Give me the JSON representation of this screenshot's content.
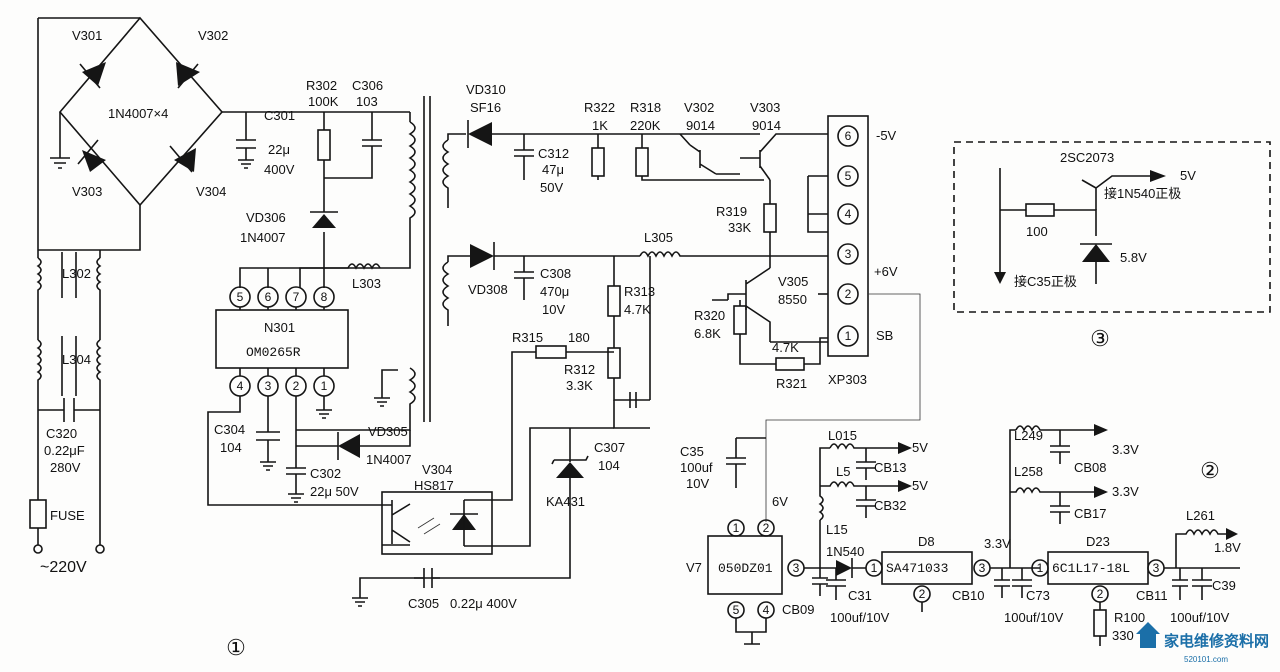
{
  "bridge": {
    "v301": "V301",
    "v302": "V302",
    "v303": "V303",
    "v304": "V304",
    "diodes": "1N4007×4"
  },
  "input": {
    "l302": "L302",
    "l304": "L304",
    "c320": "C320",
    "c320_val": "0.22μF",
    "c320_volt": "280V",
    "fuse": "FUSE",
    "mains": "~220V"
  },
  "primary": {
    "r302": "R302",
    "r302_val": "100K",
    "c306": "C306",
    "c306_val": "103",
    "c301": "C301",
    "c301_cap": "22μ",
    "c301_volt": "400V",
    "vd306": "VD306",
    "vd306_type": "1N4007",
    "l303": "L303",
    "n301": "N301",
    "n301_type": "OM0265R",
    "pins_top": [
      "5",
      "6",
      "7",
      "8"
    ],
    "pins_bottom": [
      "4",
      "3",
      "2",
      "1"
    ],
    "c304": "C304",
    "c304_val": "104",
    "c302": "C302",
    "c302_val": "22μ 50V",
    "vd305": "VD305",
    "vd305_type": "1N4007"
  },
  "feedback": {
    "v304": "V304",
    "v304_type": "HS817",
    "r315": "R315",
    "r315_val": "180",
    "r313": "R313",
    "r313_val": "4.7K",
    "r312": "R312",
    "r312_val": "3.3K",
    "c307": "C307",
    "c307_val": "104",
    "ka431": "KA431",
    "c305": "C305",
    "c305_val": "0.22μ 400V"
  },
  "secondary": {
    "vd310": "VD310",
    "vd310_type": "SF16",
    "c312": "C312",
    "c312_cap": "47μ",
    "c312_volt": "50V",
    "r322": "R322",
    "r322_val": "1K",
    "r318": "R318",
    "r318_val": "220K",
    "v302": "V302",
    "v302_type": "9014",
    "v303": "V303",
    "v303_type": "9014",
    "r319": "R319",
    "r319_val": "33K",
    "vd308": "VD308",
    "c308": "C308",
    "c308_cap": "470μ",
    "c308_volt": "10V",
    "l305": "L305",
    "v305": "V305",
    "v305_type": "8550",
    "r320": "R320",
    "r320_val": "6.8K",
    "r321": "R321",
    "r321_val": "4.7K"
  },
  "connector": {
    "name": "XP303",
    "pins": [
      "6",
      "5",
      "4",
      "3",
      "2",
      "1"
    ],
    "minus5v": "-5V",
    "plus6v": "+6V",
    "sb": "SB"
  },
  "panel2": {
    "c35": "C35",
    "c35_val": "100uf",
    "c35_volt": "10V",
    "in6v": "6V",
    "v7": "V7",
    "reg": "050DZ01",
    "reg_pins": [
      "1",
      "2",
      "3",
      "5",
      "4"
    ],
    "l015": "L015",
    "l5": "L5",
    "cb13": "CB13",
    "cb32": "CB32",
    "out5v_a": "5V",
    "out5v_b": "5V",
    "l15": "L15",
    "d_1n540": "1N540",
    "cb09": "CB09",
    "c31": "C31",
    "c31_val": "100uf/10V",
    "d8": "D8",
    "sa": "SA471033",
    "sa_pins": [
      "1",
      "3",
      "2"
    ],
    "v33": "3.3V",
    "cb10": "CB10",
    "c73": "C73",
    "c73_val": "100uf/10V",
    "l249": "L249",
    "l258": "L258",
    "cb08": "CB08",
    "cb17": "CB17",
    "out33_a": "3.3V",
    "out33_b": "3.3V",
    "d23": "D23",
    "chip23": "6C1L17-18L",
    "chip23_pins": [
      "1",
      "3",
      "2"
    ],
    "r100": "R100",
    "r100_val": "330",
    "l261": "L261",
    "out18": "1.8V",
    "cb11": "CB11",
    "c39": "C39",
    "c39_val": "100uf/10V",
    "marker": "②"
  },
  "panel3": {
    "transistor": "2SC2073",
    "out": "5V",
    "to_1n540": "接1N540正极",
    "r_val": "100",
    "zener": "5.8V",
    "to_c35": "接C35正极",
    "marker": "③"
  },
  "marker1": "①",
  "watermark": {
    "site": "家电维修资料网",
    "url": "520101.com"
  }
}
